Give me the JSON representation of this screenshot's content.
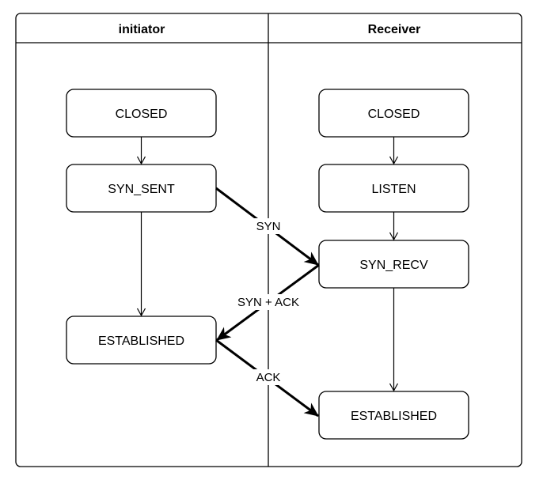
{
  "lanes": {
    "left": {
      "title": "initiator"
    },
    "right": {
      "title": "Receiver"
    }
  },
  "states": {
    "i_closed": "CLOSED",
    "i_syn_sent": "SYN_SENT",
    "i_established": "ESTABLISHED",
    "r_closed": "CLOSED",
    "r_listen": "LISTEN",
    "r_syn_recv": "SYN_RECV",
    "r_established": "ESTABLISHED"
  },
  "messages": {
    "syn": "SYN",
    "syn_ack": "SYN + ACK",
    "ack": "ACK"
  }
}
